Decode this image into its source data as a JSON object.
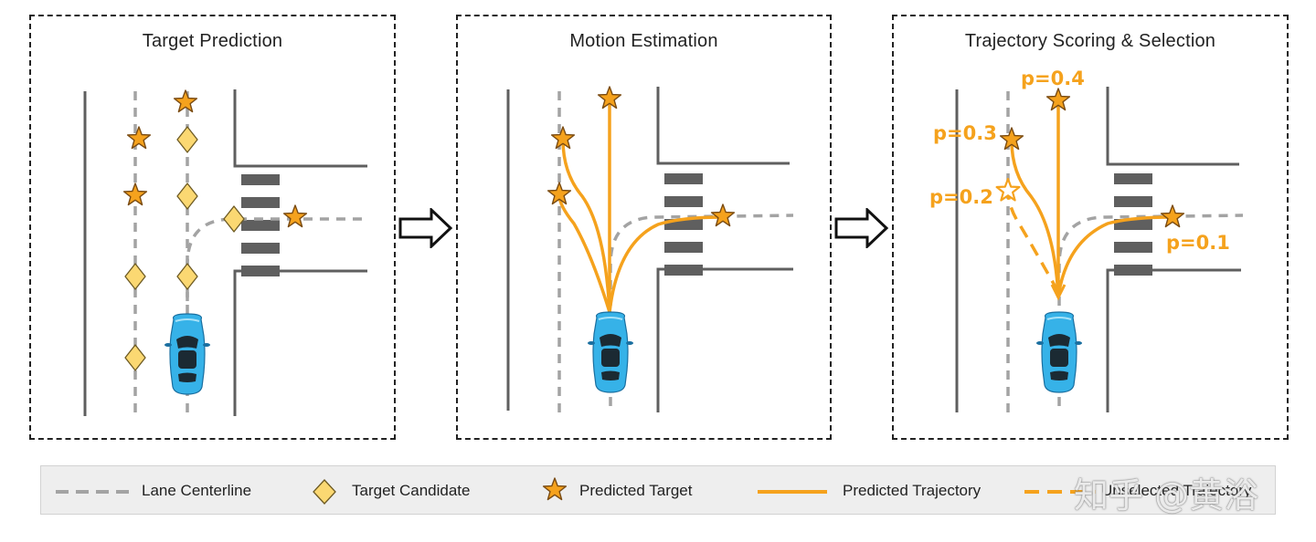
{
  "panels": [
    {
      "title": "Target Prediction"
    },
    {
      "title": "Motion Estimation"
    },
    {
      "title": "Trajectory Scoring & Selection"
    }
  ],
  "probabilities": [
    "p=0.4",
    "p=0.3",
    "p=0.2",
    "p=0.1"
  ],
  "legend": {
    "lane_centerline": "Lane Centerline",
    "target_candidate": "Target Candidate",
    "predicted_target": "Predicted Target",
    "predicted_trajectory": "Predicted Trajectory",
    "unselected_trajectory": "Unselected Trajectory"
  },
  "watermark": "知乎 @黄浴",
  "colors": {
    "orange": "#f5a21d",
    "star_stroke": "#7a4b12",
    "diamond_fill": "#fbd872",
    "road_gray": "#5f5f5f",
    "lane_gray": "#a3a3a3",
    "car_blue": "#36b2e8"
  },
  "icons": [
    "star-icon",
    "diamond-icon",
    "car-icon",
    "right-arrow-icon"
  ]
}
